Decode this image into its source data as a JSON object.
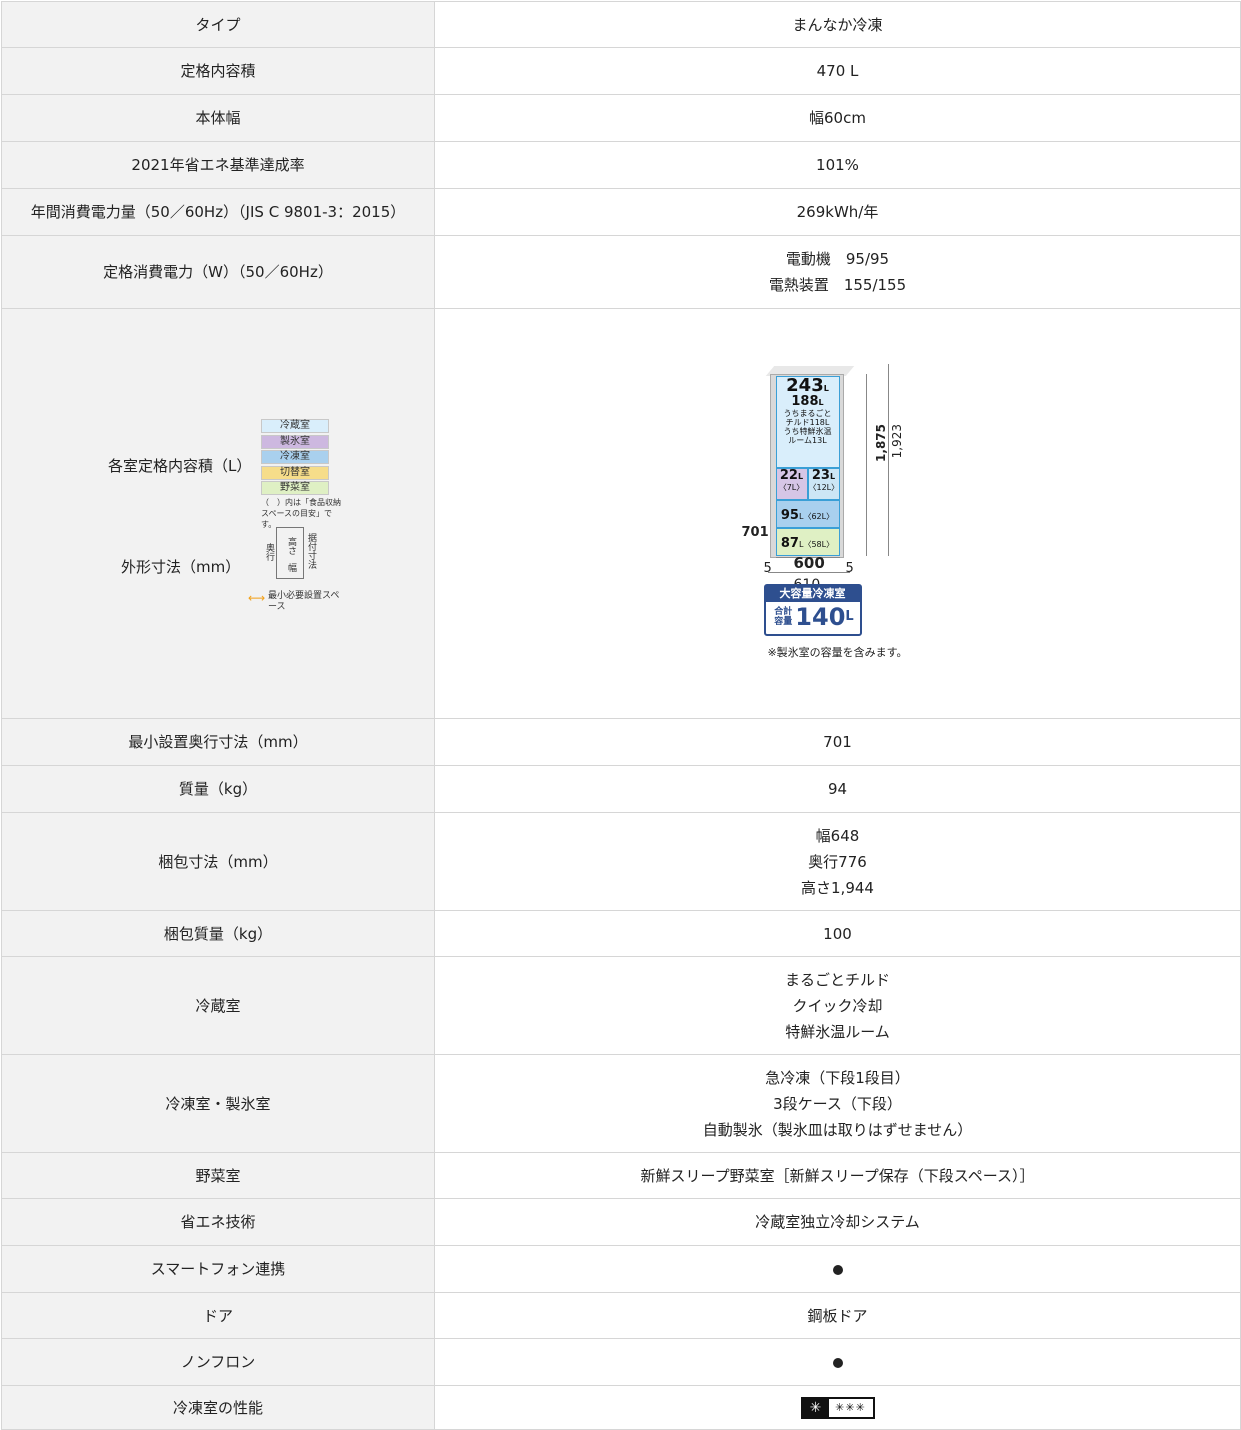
{
  "rows": [
    {
      "label": "タイプ",
      "value": "まんなか冷凍"
    },
    {
      "label": "定格内容積",
      "value": "470 L"
    },
    {
      "label": "本体幅",
      "value": "幅60cm"
    },
    {
      "label": "2021年省エネ基準達成率",
      "value": "101%"
    },
    {
      "label": "年間消費電力量（50／60Hz）（JIS C 9801-3：2015）",
      "value": "269kWh/年"
    },
    {
      "label": "定格消費電力（W）（50／60Hz）",
      "value_lines": [
        "電動機　95/95",
        "電熱装置　155/155"
      ]
    },
    {
      "label_lines": [
        "各室定格内容積（L）",
        "外形寸法（mm）"
      ]
    },
    {
      "label": "最小設置奥行寸法（mm）",
      "value": "701"
    },
    {
      "label": "質量（kg）",
      "value": "94"
    },
    {
      "label": "梱包寸法（mm）",
      "value_lines": [
        "幅648",
        "奥行776",
        "高さ1,944"
      ]
    },
    {
      "label": "梱包質量（kg）",
      "value": "100"
    },
    {
      "label": "冷蔵室",
      "value_lines": [
        "まるごとチルド",
        "クイック冷却",
        "特鮮氷温ルーム"
      ]
    },
    {
      "label": "冷凍室・製氷室",
      "value_lines": [
        "急冷凍（下段1段目）",
        "3段ケース（下段）",
        "自動製氷（製氷皿は取りはずせません）"
      ]
    },
    {
      "label": "野菜室",
      "value": "新鮮スリープ野菜室［新鮮スリープ保存（下段スペース）］"
    },
    {
      "label": "省エネ技術",
      "value": "冷蔵室独立冷却システム"
    },
    {
      "label": "スマートフォン連携",
      "value": "●"
    },
    {
      "label": "ドア",
      "value": "鋼板ドア"
    },
    {
      "label": "ノンフロン",
      "value": "●"
    },
    {
      "label": "冷凍室の性能",
      "value": ""
    }
  ],
  "legend": {
    "items": [
      {
        "name": "冷蔵室",
        "color": "#d9eefb"
      },
      {
        "name": "製氷室",
        "color": "#cdb8e0"
      },
      {
        "name": "冷凍室",
        "color": "#a9d0ee"
      },
      {
        "name": "切替室",
        "color": "#f6dd8a"
      },
      {
        "name": "野菜室",
        "color": "#dff0c4"
      }
    ],
    "note": "（　）内は「食品収納スペースの目安」です。"
  },
  "dimkey": {
    "depth": "奥行",
    "height": "高さ",
    "width": "幅",
    "install": "据付寸法",
    "min_space": "最小必要設置スペース"
  },
  "diagram": {
    "fridge_total": "243",
    "fridge_sub": "188",
    "fridge_note_1": "うちまるごと",
    "fridge_note_2": "チルド118L",
    "fridge_note_3": "うち特鮮氷温",
    "fridge_note_4": "ルーム13L",
    "ice": "22",
    "ice_sub": "〈7L〉",
    "switch": "23",
    "switch_sub": "〈12L〉",
    "freezer": "95",
    "freezer_sub": "〈62L〉",
    "veg": "87",
    "veg_sub": "〈58L〉",
    "unit": "L",
    "height_inner": "1,875",
    "height_outer": "1,923",
    "depth": "701",
    "width": "600",
    "gap_left": "5",
    "gap_right": "5",
    "width_total": "610",
    "badge_title": "大容量冷凍室",
    "badge_total": "合計容量",
    "badge_volume": "140",
    "badge_unit": "L",
    "footnote": "※製氷室の容量を含みます。"
  },
  "freeze_mark": {
    "left": "✳",
    "right": "✳✳✳"
  },
  "colors": {
    "label_bg": "#f2f2f2",
    "border": "#d6d6d6",
    "accent": "#3a9fd6",
    "badge": "#2e4f8f"
  }
}
